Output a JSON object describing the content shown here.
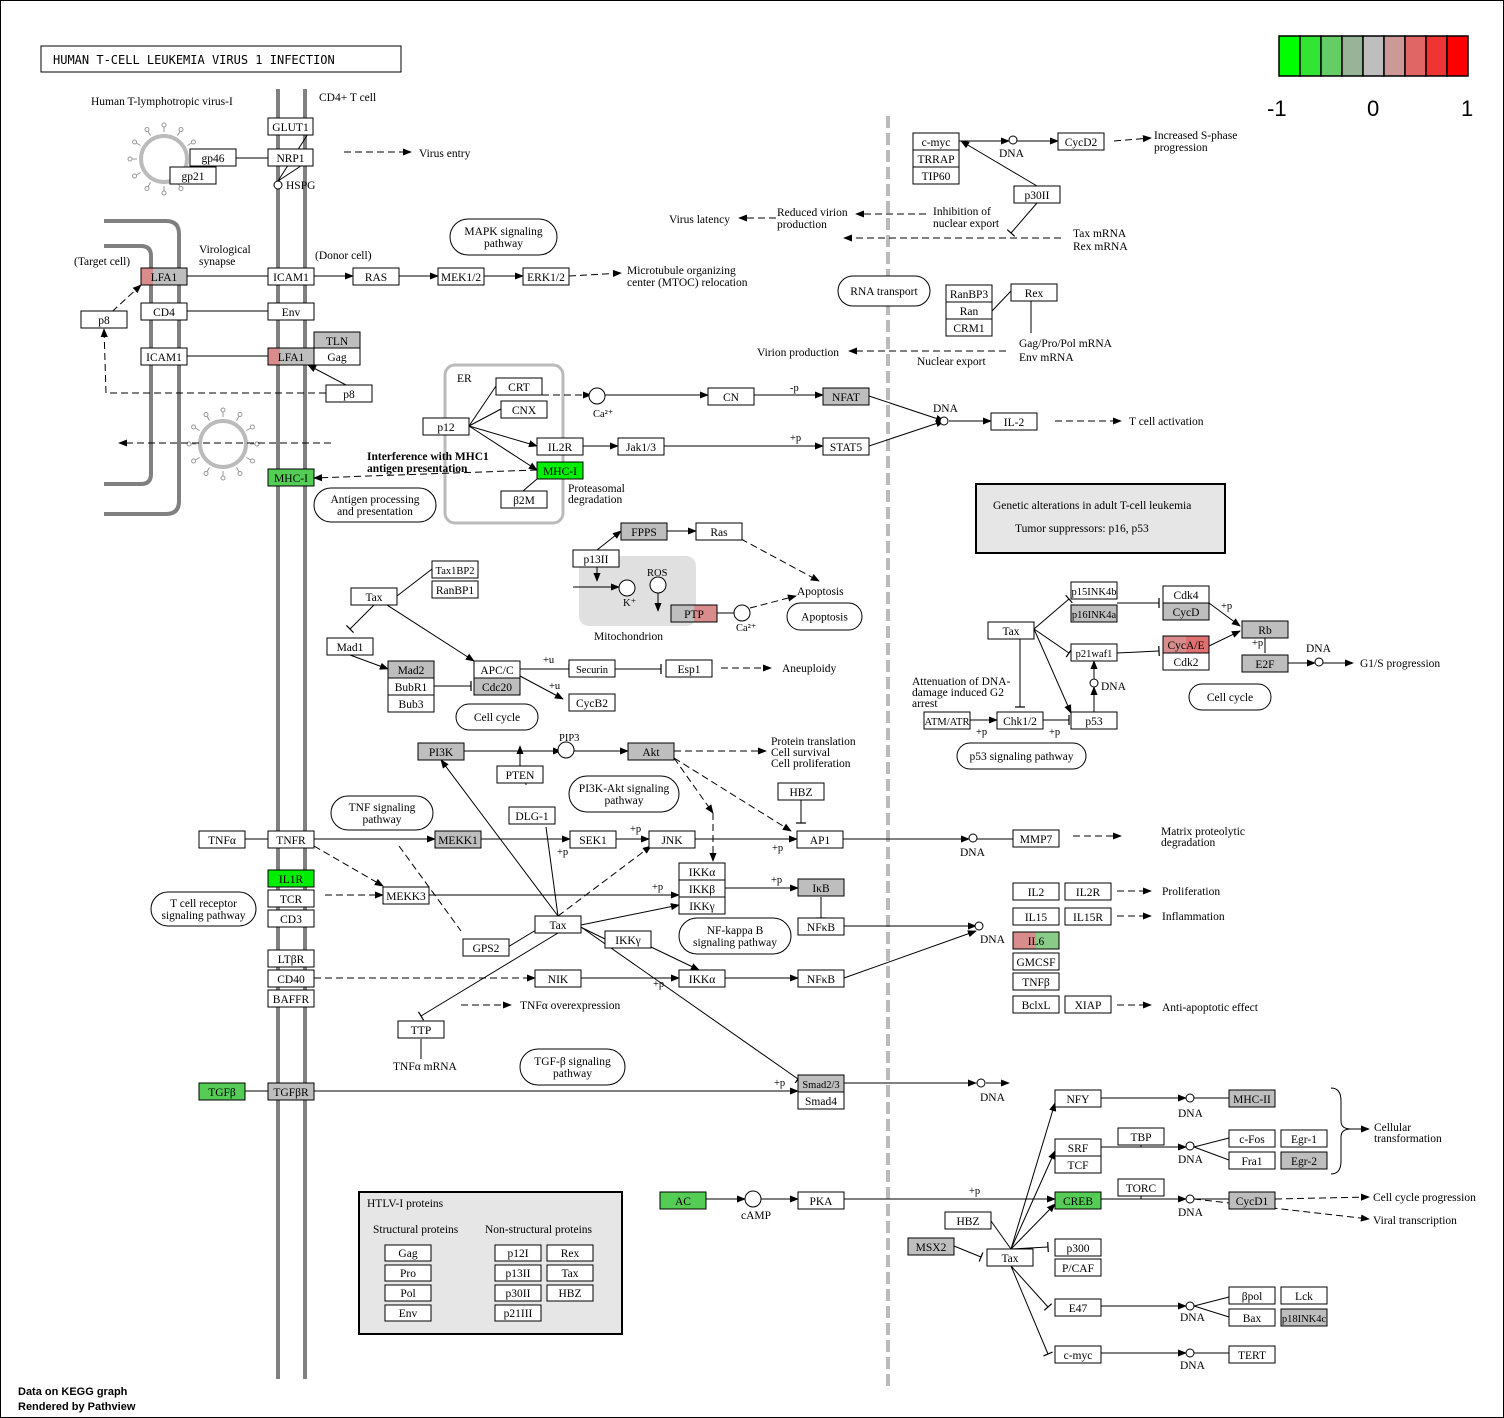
{
  "title": "HUMAN T-CELL LEUKEMIA VIRUS 1 INFECTION",
  "legend": {
    "min": "-1",
    "mid": "0",
    "max": "1",
    "colors": [
      "#00ff00",
      "#33e533",
      "#66cc66",
      "#99b399",
      "#bebebe",
      "#cc9999",
      "#e06666",
      "#f03333",
      "#ff0000"
    ]
  },
  "colors": {
    "gray": "#bebebe",
    "green": "#55cc55",
    "brightgreen": "#00ee00",
    "pink": "#d98c8c",
    "light": "#e6e6e6"
  },
  "footer": {
    "line1": "Data on KEGG graph",
    "line2": "Rendered by Pathview"
  },
  "nodes": [
    {
      "id": "glut1",
      "label": "GLUT1"
    },
    {
      "id": "gp46",
      "label": "gp46"
    },
    {
      "id": "nrp1",
      "label": "NRP1"
    },
    {
      "id": "gp21",
      "label": "gp21"
    },
    {
      "id": "lfa1a",
      "label": "LFA1"
    },
    {
      "id": "icam1a",
      "label": "ICAM1"
    },
    {
      "id": "ras1",
      "label": "RAS"
    },
    {
      "id": "mek12",
      "label": "MEK1/2"
    },
    {
      "id": "erk12",
      "label": "ERK1/2"
    },
    {
      "id": "cd4",
      "label": "CD4"
    },
    {
      "id": "env1",
      "label": "Env"
    },
    {
      "id": "p8a",
      "label": "p8"
    },
    {
      "id": "icam1b",
      "label": "ICAM1"
    },
    {
      "id": "lfa1b",
      "label": "LFA1"
    },
    {
      "id": "tln",
      "label": "TLN"
    },
    {
      "id": "gag1",
      "label": "Gag"
    },
    {
      "id": "p8b",
      "label": "p8"
    },
    {
      "id": "crt",
      "label": "CRT"
    },
    {
      "id": "cnx",
      "label": "CNX"
    },
    {
      "id": "p12",
      "label": "p12"
    },
    {
      "id": "il2r1",
      "label": "IL2R"
    },
    {
      "id": "jak13",
      "label": "Jak1/3"
    },
    {
      "id": "mhc1b",
      "label": "MHC-I"
    },
    {
      "id": "b2m",
      "label": "β2M"
    },
    {
      "id": "mhc1a",
      "label": "MHC-I"
    },
    {
      "id": "cn",
      "label": "CN"
    },
    {
      "id": "nfat",
      "label": "NFAT"
    },
    {
      "id": "stat5",
      "label": "STAT5"
    },
    {
      "id": "il2a",
      "label": "IL-2"
    },
    {
      "id": "cmyc1",
      "label": "c-myc"
    },
    {
      "id": "trrap",
      "label": "TRRAP"
    },
    {
      "id": "tip60",
      "label": "TIP60"
    },
    {
      "id": "cycd2",
      "label": "CycD2"
    },
    {
      "id": "p30ii",
      "label": "p30II"
    },
    {
      "id": "ranbp3",
      "label": "RanBP3"
    },
    {
      "id": "ran",
      "label": "Ran"
    },
    {
      "id": "crm1",
      "label": "CRM1"
    },
    {
      "id": "rex1",
      "label": "Rex"
    },
    {
      "id": "fpps",
      "label": "FPPS"
    },
    {
      "id": "rasb",
      "label": "Ras"
    },
    {
      "id": "p13ii",
      "label": "p13II"
    },
    {
      "id": "ptp",
      "label": "PTP"
    },
    {
      "id": "tax1bp2",
      "label": "Tax1BP2"
    },
    {
      "id": "ranbp1",
      "label": "RanBP1"
    },
    {
      "id": "tax1",
      "label": "Tax"
    },
    {
      "id": "mad1",
      "label": "Mad1"
    },
    {
      "id": "mad2",
      "label": "Mad2"
    },
    {
      "id": "bubr1",
      "label": "BubR1"
    },
    {
      "id": "bub3",
      "label": "Bub3"
    },
    {
      "id": "apcc",
      "label": "APC/C"
    },
    {
      "id": "cdc20",
      "label": "Cdc20"
    },
    {
      "id": "securin",
      "label": "Securin"
    },
    {
      "id": "esp1",
      "label": "Esp1"
    },
    {
      "id": "cycb2",
      "label": "CycB2"
    },
    {
      "id": "tax2",
      "label": "Tax"
    },
    {
      "id": "p15ink4b",
      "label": "p15INK4b"
    },
    {
      "id": "p16ink4a",
      "label": "p16INK4a"
    },
    {
      "id": "cdk4",
      "label": "Cdk4"
    },
    {
      "id": "cycd",
      "label": "CycD"
    },
    {
      "id": "rb",
      "label": "Rb"
    },
    {
      "id": "e2f",
      "label": "E2F"
    },
    {
      "id": "p21waf1",
      "label": "p21waf1"
    },
    {
      "id": "cycae",
      "label": "CycA/E"
    },
    {
      "id": "cdk2",
      "label": "Cdk2"
    },
    {
      "id": "atmatr",
      "label": "ATM/ATR"
    },
    {
      "id": "chk12",
      "label": "Chk1/2"
    },
    {
      "id": "p53",
      "label": "p53"
    },
    {
      "id": "pi3k",
      "label": "PI3K"
    },
    {
      "id": "akt",
      "label": "Akt"
    },
    {
      "id": "pten",
      "label": "PTEN"
    },
    {
      "id": "dlg1",
      "label": "DLG-1"
    },
    {
      "id": "hbz1",
      "label": "HBZ"
    },
    {
      "id": "tnfa",
      "label": "TNFα"
    },
    {
      "id": "tnfr",
      "label": "TNFR"
    },
    {
      "id": "mekk1",
      "label": "MEKK1"
    },
    {
      "id": "sek1",
      "label": "SEK1"
    },
    {
      "id": "jnk",
      "label": "JNK"
    },
    {
      "id": "ap1",
      "label": "AP1"
    },
    {
      "id": "mmp7",
      "label": "MMP7"
    },
    {
      "id": "il1r",
      "label": "IL1R"
    },
    {
      "id": "tcr",
      "label": "TCR"
    },
    {
      "id": "cd3",
      "label": "CD3"
    },
    {
      "id": "mekk3",
      "label": "MEKK3"
    },
    {
      "id": "ikka1",
      "label": "IKKα"
    },
    {
      "id": "ikkb",
      "label": "IKKβ"
    },
    {
      "id": "ikkg1",
      "label": "IKKγ"
    },
    {
      "id": "ikb",
      "label": "IκB"
    },
    {
      "id": "nfkb1",
      "label": "NFκB"
    },
    {
      "id": "tax3",
      "label": "Tax"
    },
    {
      "id": "gps2",
      "label": "GPS2"
    },
    {
      "id": "ikkg2",
      "label": "IKKγ"
    },
    {
      "id": "ltbr",
      "label": "LTβR"
    },
    {
      "id": "cd40",
      "label": "CD40"
    },
    {
      "id": "baffr",
      "label": "BAFFR"
    },
    {
      "id": "nik",
      "label": "NIK"
    },
    {
      "id": "ikka2",
      "label": "IKKα"
    },
    {
      "id": "nfkb2",
      "label": "NFκB"
    },
    {
      "id": "il2b",
      "label": "IL2"
    },
    {
      "id": "il2rb",
      "label": "IL2R"
    },
    {
      "id": "il15",
      "label": "IL15"
    },
    {
      "id": "il15r",
      "label": "IL15R"
    },
    {
      "id": "il6",
      "label": "IL6"
    },
    {
      "id": "gmcsf",
      "label": "GMCSF"
    },
    {
      "id": "tnfb",
      "label": "TNFβ"
    },
    {
      "id": "bclxl",
      "label": "BclxL"
    },
    {
      "id": "xiap",
      "label": "XIAP"
    },
    {
      "id": "ttp",
      "label": "TTP"
    },
    {
      "id": "tgfb",
      "label": "TGFβ"
    },
    {
      "id": "tgfbr",
      "label": "TGFβR"
    },
    {
      "id": "smad23",
      "label": "Smad2/3"
    },
    {
      "id": "smad4",
      "label": "Smad4"
    },
    {
      "id": "nfy",
      "label": "NFY"
    },
    {
      "id": "mhc2",
      "label": "MHC-II"
    },
    {
      "id": "srf",
      "label": "SRF"
    },
    {
      "id": "tcf",
      "label": "TCF"
    },
    {
      "id": "tbp",
      "label": "TBP"
    },
    {
      "id": "cfos",
      "label": "c-Fos"
    },
    {
      "id": "egr1",
      "label": "Egr-1"
    },
    {
      "id": "fra1",
      "label": "Fra1"
    },
    {
      "id": "egr2",
      "label": "Egr-2"
    },
    {
      "id": "ac",
      "label": "AC"
    },
    {
      "id": "pka",
      "label": "PKA"
    },
    {
      "id": "creb",
      "label": "CREB"
    },
    {
      "id": "torc",
      "label": "TORC"
    },
    {
      "id": "cycd1",
      "label": "CycD1"
    },
    {
      "id": "hbz2",
      "label": "HBZ"
    },
    {
      "id": "msx2",
      "label": "MSX2"
    },
    {
      "id": "tax4",
      "label": "Tax"
    },
    {
      "id": "p300",
      "label": "p300"
    },
    {
      "id": "pcaf",
      "label": "P/CAF"
    },
    {
      "id": "e47",
      "label": "E47"
    },
    {
      "id": "bpol",
      "label": "βpol"
    },
    {
      "id": "lck",
      "label": "Lck"
    },
    {
      "id": "bax",
      "label": "Bax"
    },
    {
      "id": "p18ink4c",
      "label": "p18INK4c"
    },
    {
      "id": "cmyc2",
      "label": "c-myc"
    },
    {
      "id": "tert",
      "label": "TERT"
    },
    {
      "id": "hgag",
      "label": "Gag"
    },
    {
      "id": "hpro",
      "label": "Pro"
    },
    {
      "id": "hpol",
      "label": "Pol"
    },
    {
      "id": "henv",
      "label": "Env"
    },
    {
      "id": "hp12i",
      "label": "p12I"
    },
    {
      "id": "hp13ii",
      "label": "p13II"
    },
    {
      "id": "hp30ii",
      "label": "p30II"
    },
    {
      "id": "hp21iii",
      "label": "p21III"
    },
    {
      "id": "hrex",
      "label": "Rex"
    },
    {
      "id": "htax",
      "label": "Tax"
    },
    {
      "id": "hhbz",
      "label": "HBZ"
    }
  ],
  "pathways": [
    {
      "id": "mapk",
      "label1": "MAPK signaling",
      "label2": "pathway"
    },
    {
      "id": "rnatransport",
      "label1": "RNA transport",
      "label2": ""
    },
    {
      "id": "antigen",
      "label1": "Antigen processing",
      "label2": "and presentation"
    },
    {
      "id": "apoptosis",
      "label1": "Apoptosis",
      "label2": ""
    },
    {
      "id": "cellcycle1",
      "label1": "Cell cycle",
      "label2": ""
    },
    {
      "id": "cellcycle2",
      "label1": "Cell cycle",
      "label2": ""
    },
    {
      "id": "p53path",
      "label1": "p53 signaling pathway",
      "label2": ""
    },
    {
      "id": "pi3kakt",
      "label1": "PI3K-Akt signaling",
      "label2": "pathway"
    },
    {
      "id": "tnfpath",
      "label1": "TNF signaling",
      "label2": "pathway"
    },
    {
      "id": "tcrpath",
      "label1": "T cell receptor",
      "label2": "signaling pathway"
    },
    {
      "id": "nfkbpath",
      "label1": "NF-kappa B",
      "label2": "signaling pathway"
    },
    {
      "id": "tgfpath",
      "label1": "TGF-β signaling",
      "label2": "pathway"
    }
  ],
  "labels": {
    "htlv": "Human T-lymphotropic virus-I",
    "cd4cell": "CD4+ T cell",
    "hspg": "HSPG",
    "virus_entry": "Virus entry",
    "target_cell": "(Target cell)",
    "virological": "Virological",
    "synapse": "synapse",
    "donor_cell": "(Donor cell)",
    "mtoc1": "Microtubule organizing",
    "mtoc2": "center (MTOC) relocation",
    "er": "ER",
    "ca1": "Ca²⁺",
    "ca2": "Ca²⁺",
    "k": "K⁺",
    "interf1": "Interference with MHC1",
    "interf2": "antigen presentation",
    "proteasomal1": "Proteasomal",
    "proteasomal2": "degradation",
    "dna": "DNA",
    "tcell_act": "T cell activation",
    "s_phase1": "Increased S-phase",
    "s_phase2": "progression",
    "virus_latency": "Virus latency",
    "reduced1": "Reduced virion",
    "reduced2": "production",
    "inhib1": "Inhibition of",
    "inhib2": "nuclear export",
    "taxmrna": "Tax mRNA",
    "rexmrna": "Rex mRNA",
    "virion_prod": "Virion production",
    "nuclear_export": "Nuclear export",
    "gagpol1": "Gag/Pro/Pol mRNA",
    "gagpol2": "Env mRNA",
    "genetic1": "Genetic alterations in adult T-cell leukemia",
    "genetic2": "Tumor suppressors:  p16, p53",
    "apoptosis_txt": "Apoptosis",
    "mito": "Mitochondrion",
    "ros": "ROS",
    "aneuploidy": "Aneuploidy",
    "g1s": "G1/S progression",
    "atten1": "Attenuation of DNA-",
    "atten2": "damage induced G2",
    "atten3": "arrest",
    "pip3": "PIP3",
    "prot1": "Protein translation",
    "prot2": "Cell survival",
    "prot3": "Cell proliferation",
    "matrix1": "Matrix proteolytic",
    "matrix2": "degradation",
    "prolif": "Proliferation",
    "inflam": "Inflammation",
    "antiapop": "Anti-apoptotic effect",
    "tnfover": "TNFα overexpression",
    "tnfmrna": "TNFα mRNA",
    "cellular1": "Cellular",
    "cellular2": "transformation",
    "cellcycle_prog": "Cell cycle progression",
    "viral_trans": "Viral transcription",
    "camp": "cAMP",
    "htlv_prot": "HTLV-I proteins",
    "structural": "Structural proteins",
    "nonstructural": "Non-structural proteins",
    "p": "+p",
    "mp": "-p",
    "u": "+u"
  }
}
